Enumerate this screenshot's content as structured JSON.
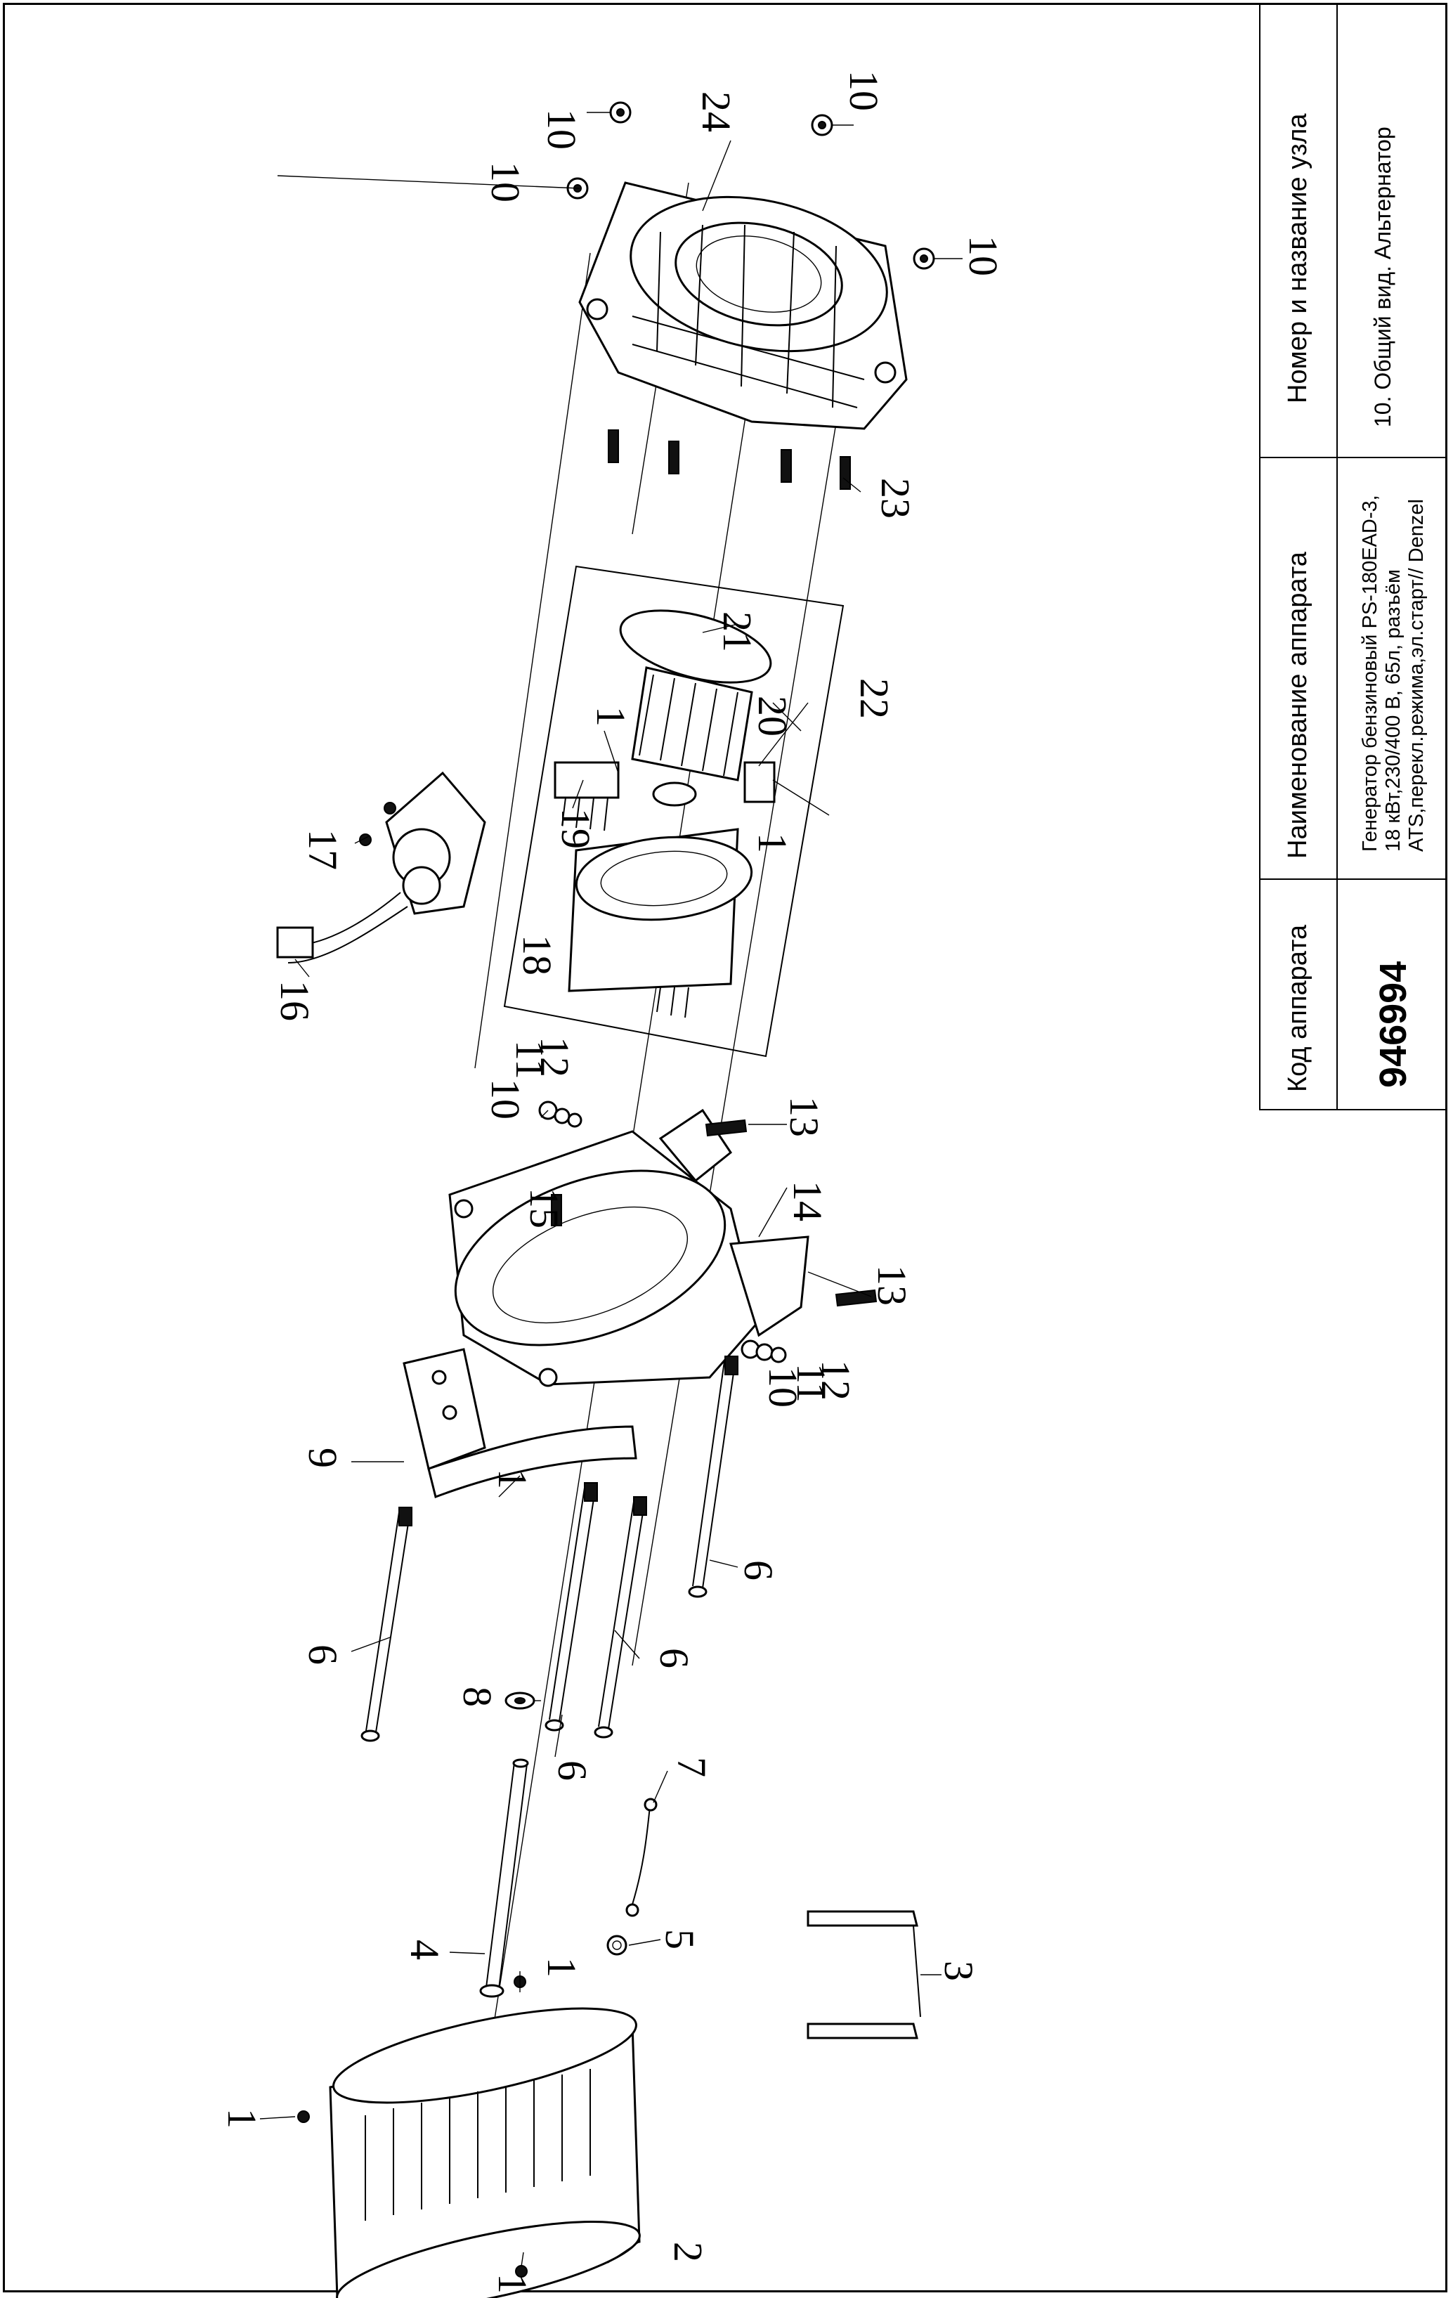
{
  "title_block": {
    "code_header": "Код аппарата",
    "code_value": "946994",
    "name_header": "Наименование аппарата",
    "name_lines": [
      "Генератор бензиновый PS-180EAD-3,",
      "18 кВт,230/400 В, 65л, разъём",
      "ATS,перекл.режима,эл.старт// Denzel"
    ],
    "node_header": "Номер и название узла",
    "node_value": "10. Общий вид. Альтернатор"
  },
  "callouts": {
    "c1a": "1",
    "c1b": "1",
    "c1c": "1",
    "c1d": "1",
    "c1e": "1",
    "c1f": "1",
    "c2": "2",
    "c3": "3",
    "c4": "4",
    "c5": "5",
    "c6a": "6",
    "c6b": "6",
    "c6c": "6",
    "c6d": "6",
    "c7": "7",
    "c8": "8",
    "c9": "9",
    "c10a": "10",
    "c10b": "10",
    "c10c": "10",
    "c10d": "10",
    "c10e": "10",
    "c10f": "10",
    "c11a": "11",
    "c11b": "11",
    "c12a": "12",
    "c12b": "12",
    "c13a": "13",
    "c13b": "13",
    "c14": "14",
    "c15": "15",
    "c16": "16",
    "c17": "17",
    "c18": "18",
    "c19": "19",
    "c20": "20",
    "c21": "21",
    "c22": "22",
    "c23": "23",
    "c24": "24"
  }
}
